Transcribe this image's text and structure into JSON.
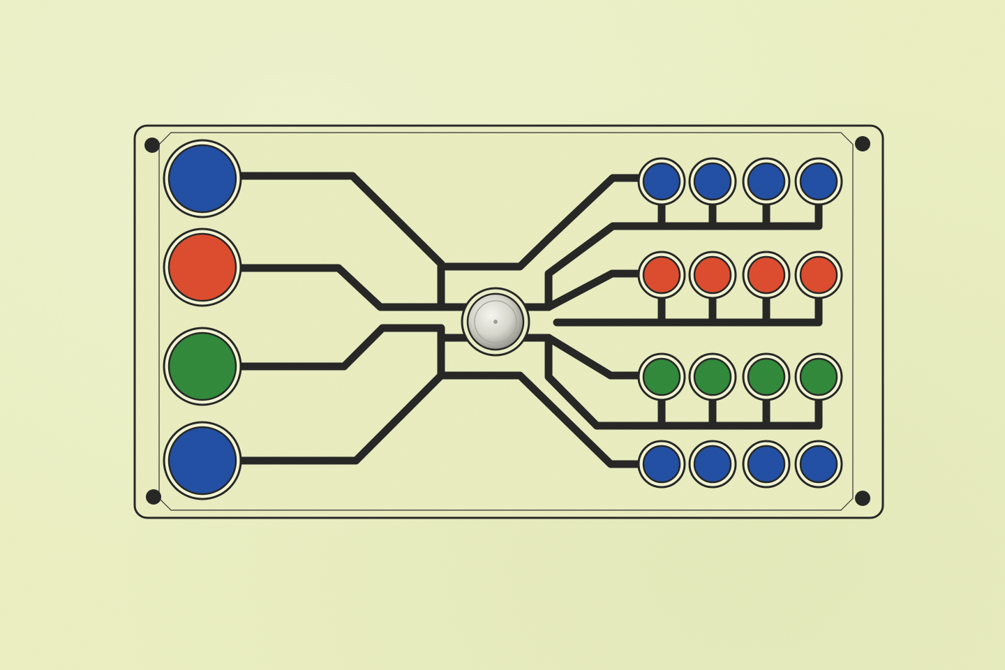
{
  "scene": {
    "subject": "circuit-board-panel",
    "colors": {
      "background": "#ebf0c2",
      "panel": "#e9edbf",
      "ink": "#232422",
      "pad_fill": "#f3f5d4",
      "blue": "#1f4da3",
      "red": "#dd4a2c",
      "green": "#2f8838",
      "knob_light": "#f2f2ea",
      "knob_dark": "#8c8c84"
    },
    "left_buttons": [
      {
        "color": "blue"
      },
      {
        "color": "red"
      },
      {
        "color": "green"
      },
      {
        "color": "blue"
      }
    ],
    "right_rows": [
      {
        "color": "blue",
        "count": 4
      },
      {
        "color": "red",
        "count": 4
      },
      {
        "color": "green",
        "count": 4
      },
      {
        "color": "blue",
        "count": 4
      }
    ],
    "center_knob": {
      "icon": "knob-icon"
    },
    "screws": 4
  }
}
